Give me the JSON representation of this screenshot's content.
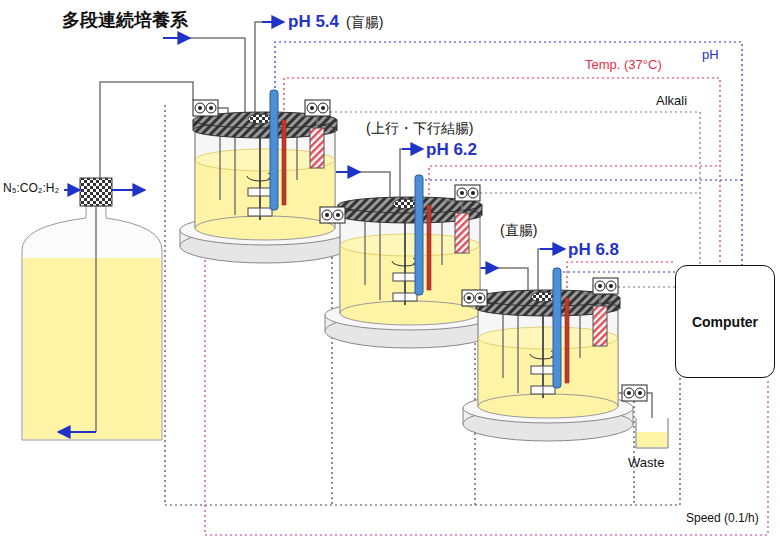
{
  "diagram": {
    "title": "多段連続培養系",
    "nodes": [
      {
        "text": [
          "Computer"
        ]
      }
    ],
    "labels": [
      "N₅:CO₂:H₂",
      "pH 5.4",
      "(盲腸)",
      "(上行・下行結腸)",
      "pH 6.2",
      "(直腸)",
      "pH 6.8",
      "pH",
      "Temp. (37°C)",
      "Alkali",
      "Waste",
      "Speed (0.1/h)"
    ]
  }
}
